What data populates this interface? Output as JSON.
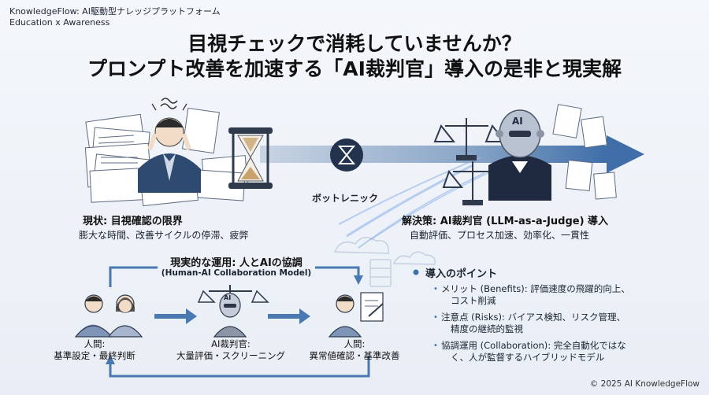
{
  "brand": {
    "line1": "KnowledgeFlow: AI駆動型ナレッジプラットフォーム",
    "line2": "Education x Awareness"
  },
  "title": {
    "line1": "目視チェックで消耗していませんか？",
    "line2": "プロンプト改善を加速する「AI裁判官」導入の是非と現実解"
  },
  "current": {
    "heading": "現状: 目視確認の限界",
    "desc": "膨大な時間、改善サイクルの停滞、疲弊"
  },
  "bottleneck_label": "ボットレニック",
  "solution": {
    "heading": "解決策: AI裁判官 (LLM-as-a-Judge) 導入",
    "desc": "自動評価、プロセス加速、効率化、一貫性"
  },
  "ai_badge": "AI",
  "realistic": {
    "heading": "現実的な運用: 人とAIの協調",
    "subheading": "(Human-AI Collaboration Model)",
    "roles": [
      {
        "line1": "人間:",
        "line2": "基準設定・最終判断"
      },
      {
        "line1": "AI裁判官:",
        "line2": "大量評価・スクリーニング"
      },
      {
        "line1": "人間:",
        "line2": "異常値確認・基準改善"
      }
    ]
  },
  "points": {
    "title": "導入のポイント",
    "items": [
      {
        "line1": "メリット (Benefits): 評価速度の飛躍的向上、",
        "line2": "コスト削減"
      },
      {
        "line1": "注意点 (Risks): バイアス検知、リスク管理、",
        "line2": "精度の継続的監視"
      },
      {
        "line1": "協調運用 (Collaboration): 完全自動化ではな",
        "line2": "く、人が監督するハイブリッドモデル"
      }
    ]
  },
  "footer": "© 2025 AI KnowledgeFlow",
  "colors": {
    "accent": "#3d6fa8",
    "arrow": "#4a78b0",
    "robot": "#8a95a6",
    "person": "#7f95b8",
    "dark": "#2f3a4d"
  }
}
